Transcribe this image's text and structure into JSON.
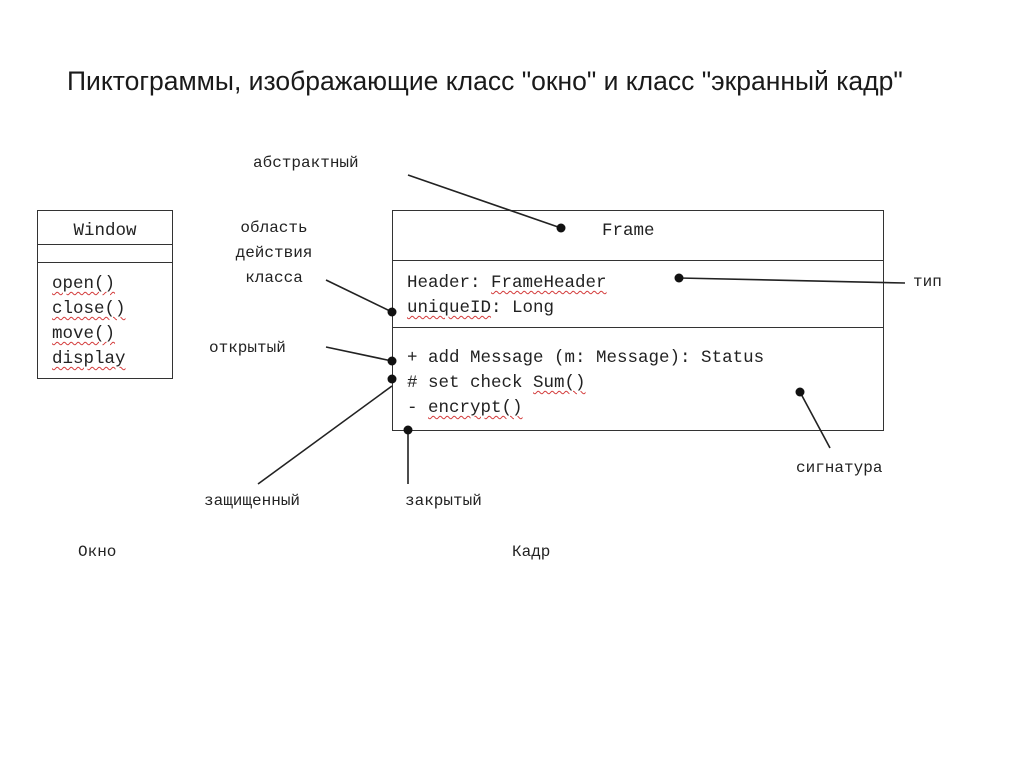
{
  "slide": {
    "title": "Пиктограммы, изображающие класс \"окно\" и класс \"экранный кадр\""
  },
  "window_class": {
    "name": "Window",
    "operations": [
      "open()",
      "close()",
      "move()",
      "display"
    ],
    "caption": "Окно"
  },
  "frame_class": {
    "name": "Frame",
    "attributes": [
      {
        "name": "Header",
        "sep": ": ",
        "type": "FrameHeader"
      },
      {
        "name": "uniqueID",
        "sep": ": ",
        "type": "Long"
      }
    ],
    "operations": [
      {
        "vis": "+",
        "pre": " add Message (m: Message): Status",
        "wavy": "",
        "post": ""
      },
      {
        "vis": "#",
        "pre": " set check ",
        "wavy": "Sum()",
        "post": ""
      },
      {
        "vis": "-",
        "pre": " ",
        "wavy": "encrypt()",
        "post": ""
      }
    ],
    "caption": "Кадр"
  },
  "annotations": {
    "abstract": "абстрактный",
    "scope_line1": "область",
    "scope_line2": "действия",
    "scope_line3": "класса",
    "type": "тип",
    "public": "открытый",
    "protected": "защищенный",
    "private": "закрытый",
    "signature": "сигнатура"
  }
}
